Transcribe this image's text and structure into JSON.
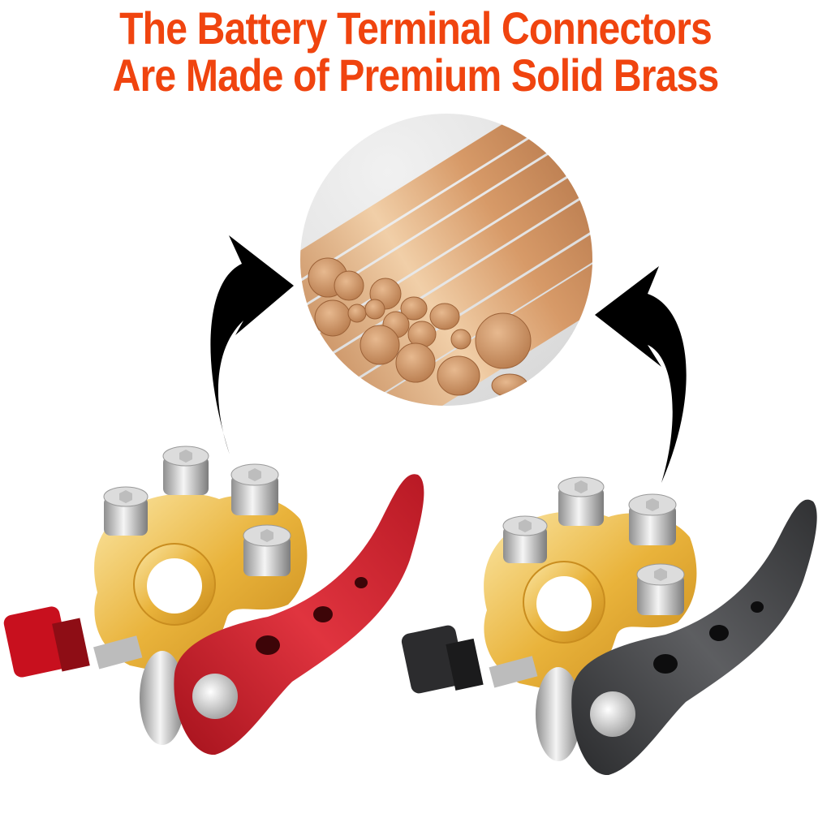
{
  "headline": {
    "line1": "The Battery Terminal Connectors",
    "line2": "Are Made of Premium Solid Brass",
    "color": "#f0440f"
  },
  "center_image": {
    "subject": "brass-rods-bundle",
    "shape": "circle"
  },
  "products": [
    {
      "name": "red-quick-release-terminal",
      "lever_color": "#d3232e",
      "body_color": "#e8b43a",
      "cap_color": "#c8101e"
    },
    {
      "name": "black-quick-release-terminal",
      "lever_color": "#3c3d40",
      "body_color": "#e8b43a",
      "cap_color": "#2c2c2e"
    }
  ],
  "arrows": [
    {
      "name": "arrow-left-to-brass",
      "color": "#000000"
    },
    {
      "name": "arrow-right-to-brass",
      "color": "#000000"
    }
  ]
}
